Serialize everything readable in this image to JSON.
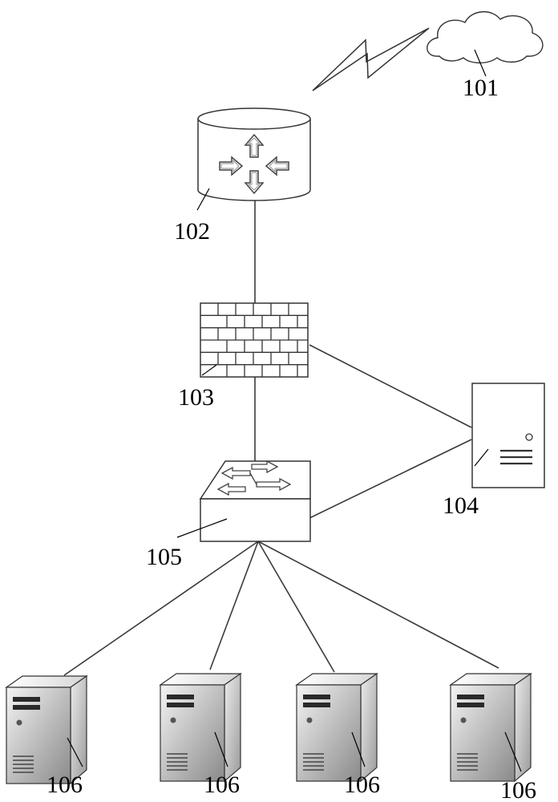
{
  "labels": {
    "cloud": "101",
    "router": "102",
    "firewall": "103",
    "server": "104",
    "switch": "105",
    "pc1": "106",
    "pc2": "106",
    "pc3": "106",
    "pc4": "106"
  }
}
